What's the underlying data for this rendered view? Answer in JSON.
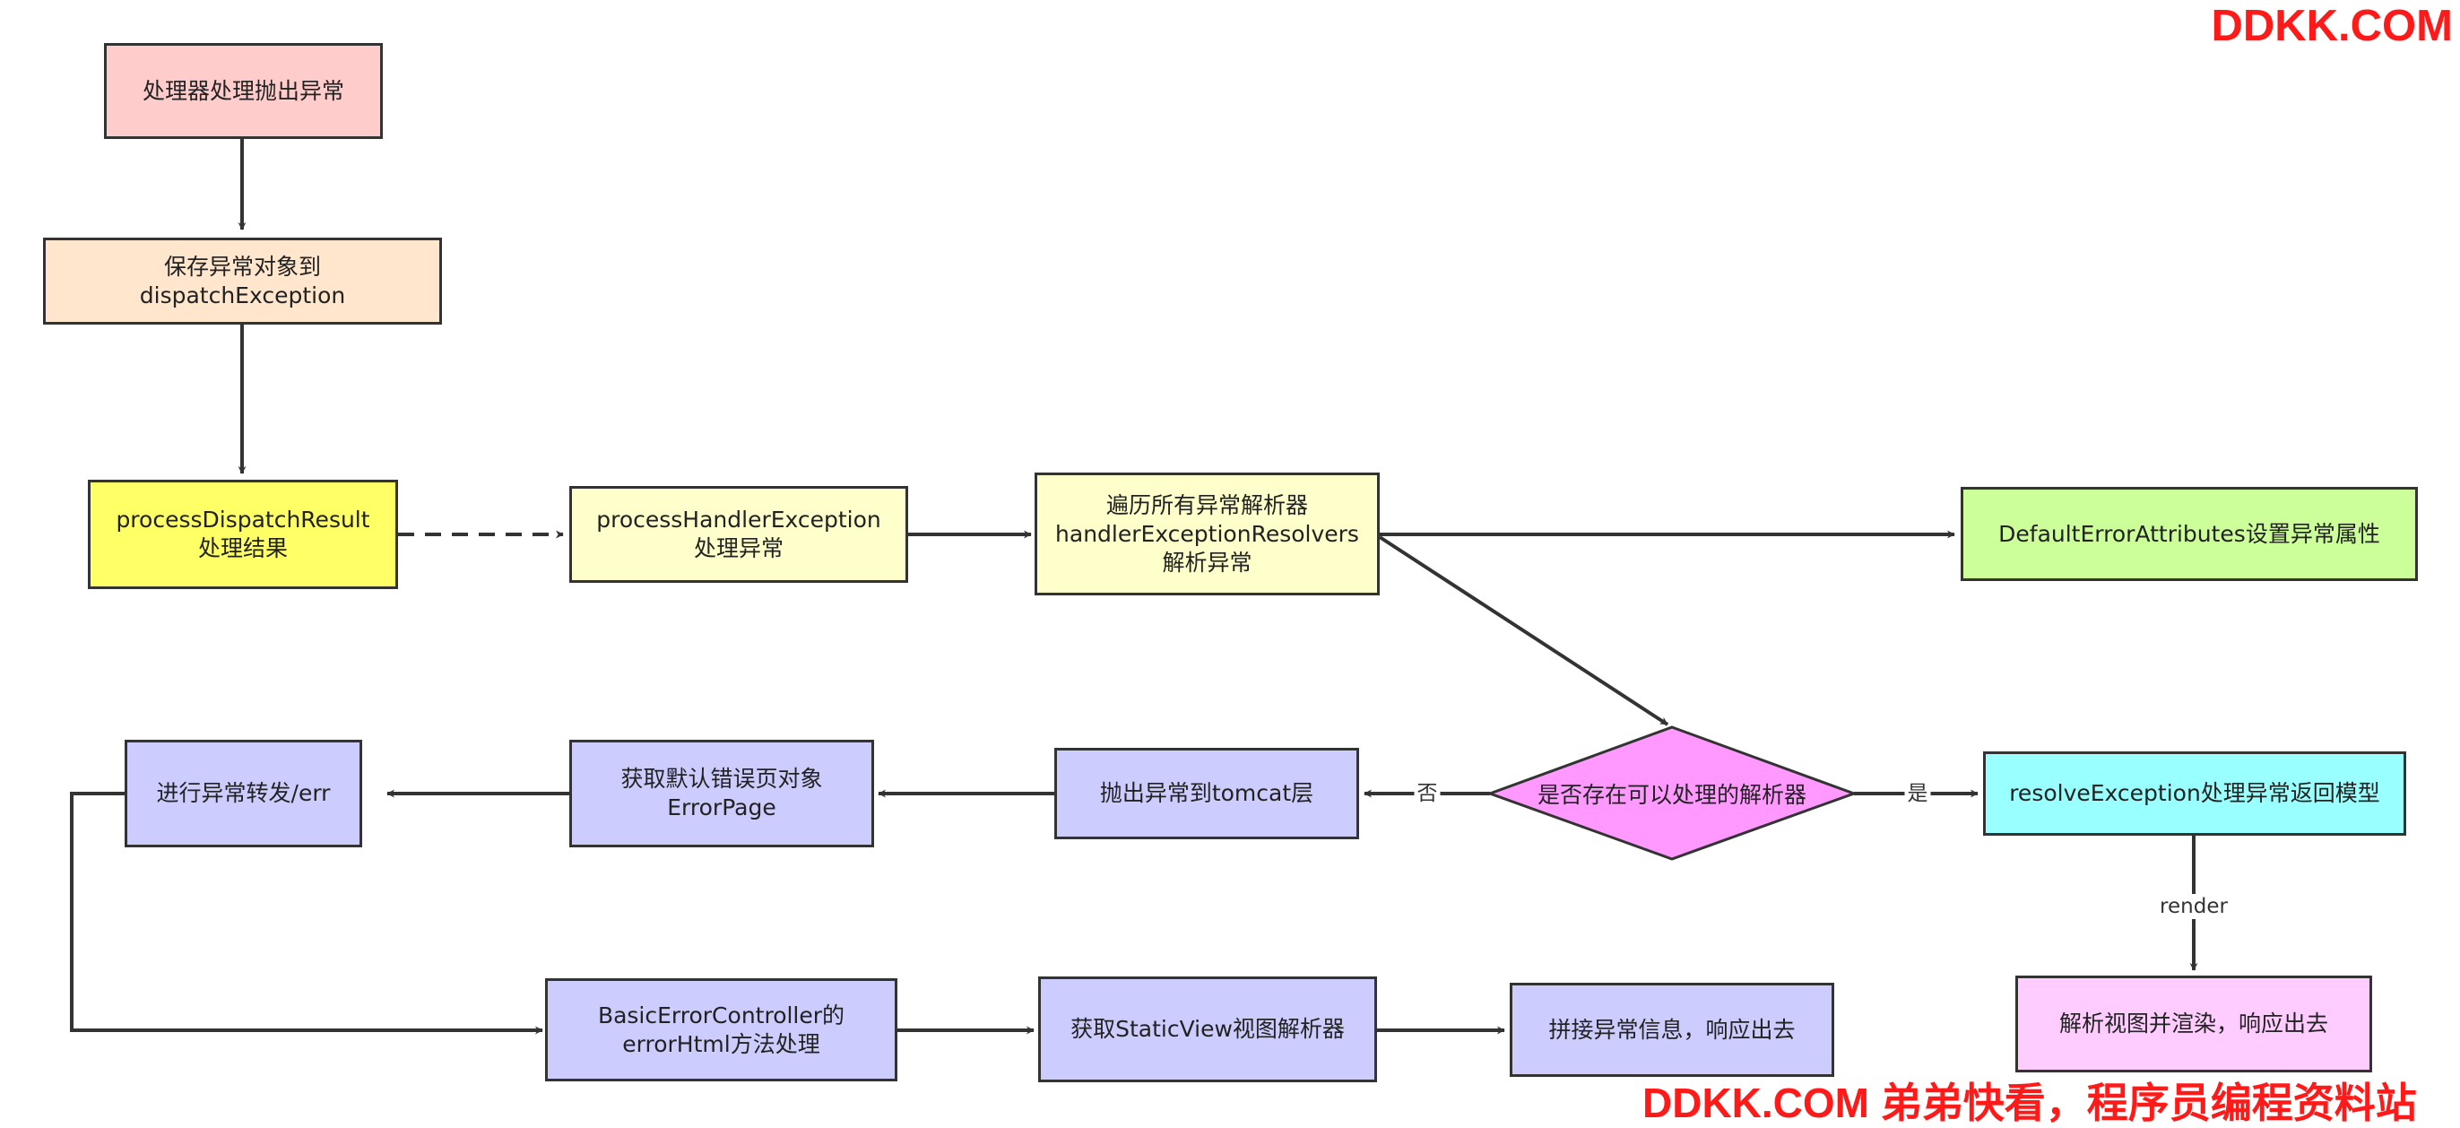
{
  "nodes": {
    "throw": {
      "lines": [
        "处理器处理抛出异常"
      ],
      "fill": "#ffcccc"
    },
    "save": {
      "lines": [
        "保存异常对象到",
        "dispatchException"
      ],
      "fill": "#ffe6cc"
    },
    "process_result": {
      "lines": [
        "processDispatchResult",
        "处理结果"
      ],
      "fill": "#ffff66"
    },
    "handler_exception": {
      "lines": [
        "processHandlerException",
        "处理异常"
      ],
      "fill": "#ffffcc"
    },
    "traverse": {
      "lines": [
        "遍历所有异常解析器",
        "handlerExceptionResolvers",
        "解析异常"
      ],
      "fill": "#ffffcc"
    },
    "default_attrs": {
      "lines": [
        "DefaultErrorAttributes设置异常属性"
      ],
      "fill": "#ccff99"
    },
    "decision": {
      "lines": [
        "是否存在可以处理的解析器"
      ],
      "fill": "#ff99ff"
    },
    "resolve": {
      "lines": [
        "resolveException处理异常返回模型"
      ],
      "fill": "#99ffff"
    },
    "render_view": {
      "lines": [
        "解析视图并渲染，响应出去"
      ],
      "fill": "#ffccff"
    },
    "throw_tomcat": {
      "lines": [
        "抛出异常到tomcat层"
      ],
      "fill": "#ccccff"
    },
    "error_page": {
      "lines": [
        "获取默认错误页对象",
        "ErrorPage"
      ],
      "fill": "#ccccff"
    },
    "forward": {
      "lines": [
        "进行异常转发/err"
      ],
      "fill": "#ccccff"
    },
    "basic_controller": {
      "lines": [
        "BasicErrorController的",
        "errorHtml方法处理"
      ],
      "fill": "#ccccff"
    },
    "static_view": {
      "lines": [
        "获取StaticView视图解析器"
      ],
      "fill": "#ccccff"
    },
    "concat": {
      "lines": [
        "拼接异常信息，响应出去"
      ],
      "fill": "#ccccff"
    }
  },
  "edge_labels": {
    "no": "否",
    "yes": "是",
    "render": "render"
  },
  "watermarks": {
    "top": "DDKK.COM",
    "bottom": "DDKK.COM 弟弟快看，程序员编程资料站"
  },
  "colors": {
    "stroke": "#333333",
    "watermark": "#ff1a1a"
  }
}
